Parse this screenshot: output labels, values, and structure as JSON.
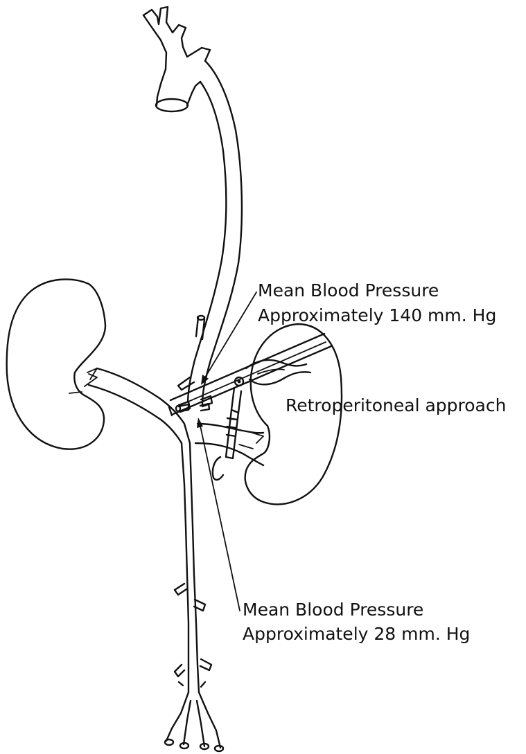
{
  "labels": {
    "upper_pressure_line1": "Mean Blood Pressure",
    "upper_pressure_line2": "Approximately 140 mm. Hg",
    "approach": "Retroperitoneal approach",
    "lower_pressure_line1": "Mean Blood Pressure",
    "lower_pressure_line2": "Approximately 28 mm. Hg"
  },
  "colors": {
    "background": "#ffffff",
    "ink": "#111111"
  }
}
